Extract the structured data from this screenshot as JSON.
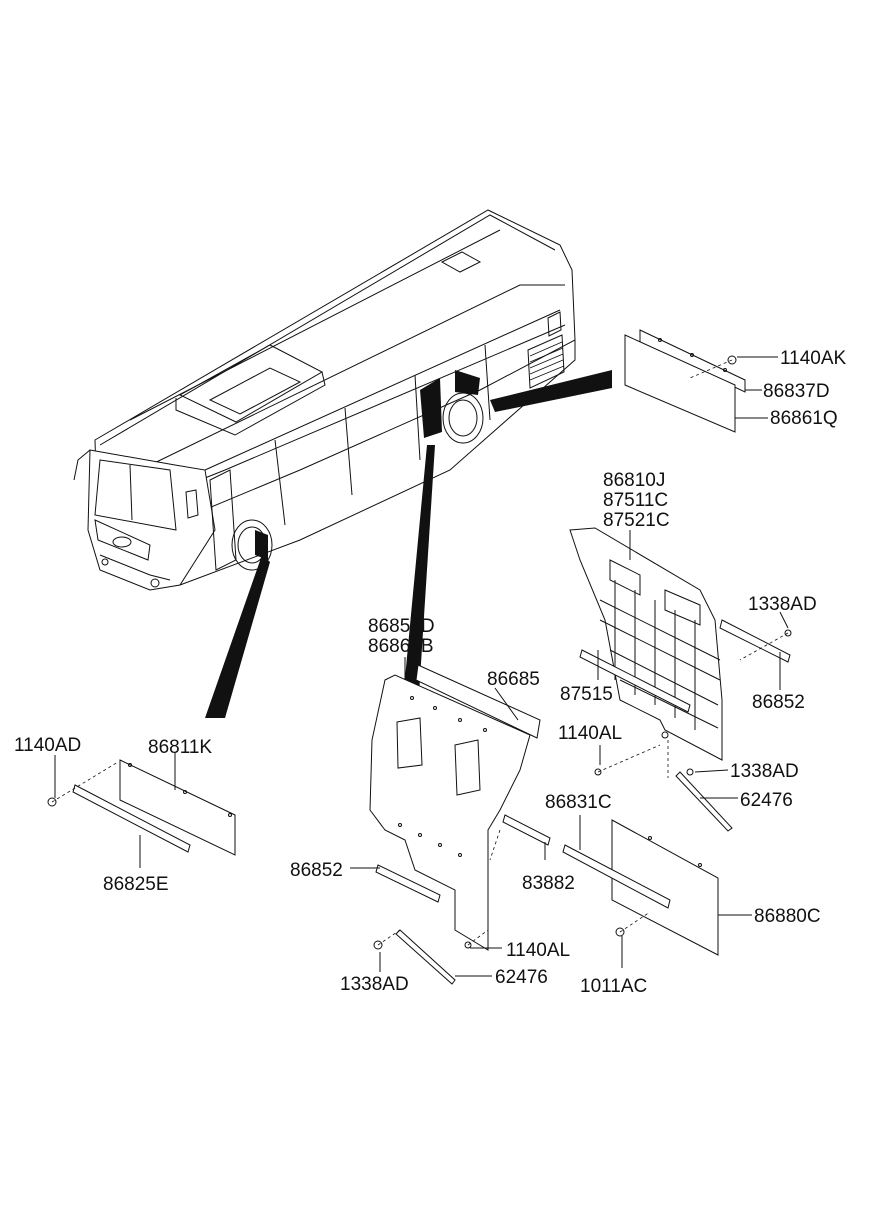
{
  "labels": {
    "p1140AK": "1140AK",
    "p86837D": "86837D",
    "p86861Q": "86861Q",
    "p86810J": "86810J",
    "p87511C": "87511C",
    "p87521C": "87521C",
    "p1338AD_a": "1338AD",
    "p86851D": "86851D",
    "p86861B": "86861B",
    "p86685": "86685",
    "p87515": "87515",
    "p86852_a": "86852",
    "p1140AL_a": "1140AL",
    "p1338AD_b": "1338AD",
    "p62476_a": "62476",
    "p1140AD": "1140AD",
    "p86811K": "86811K",
    "p86825E": "86825E",
    "p86831C": "86831C",
    "p86852_b": "86852",
    "p83882": "83882",
    "p86880C": "86880C",
    "p1140AL_b": "1140AL",
    "p1338AD_c": "1338AD",
    "p62476_b": "62476",
    "p1011AC": "1011AC"
  }
}
